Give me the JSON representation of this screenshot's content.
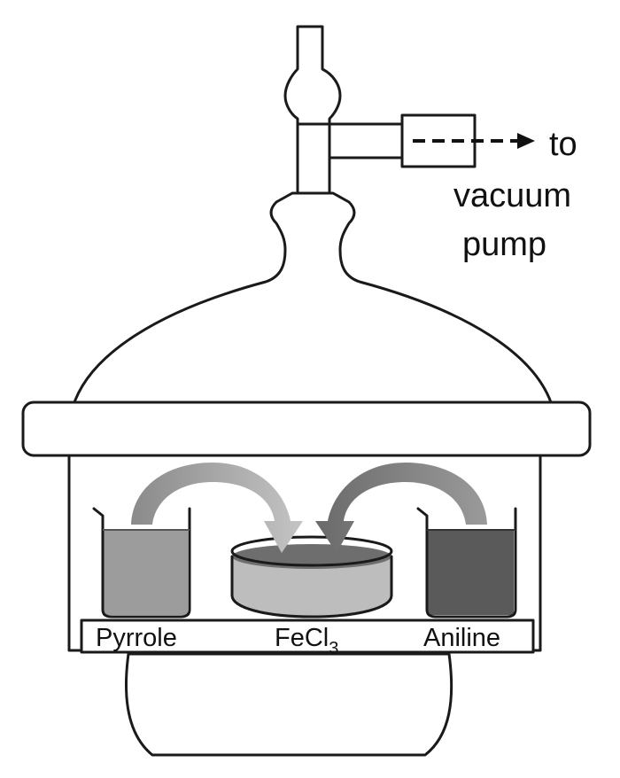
{
  "pump_label": {
    "line1": "to",
    "line2": "vacuum",
    "line3": "pump"
  },
  "samples": {
    "left": "Pyrrole",
    "center_main": "FeCl",
    "center_sub": "3",
    "right": "Aniline"
  },
  "colors": {
    "outline": "#1a1a1a",
    "pyrrole_liquid": "#9c9c9c",
    "aniline_liquid": "#5a5a5a",
    "fecl3_layer": "#bdbdbd",
    "fecl3_film": "#6e6e6e",
    "arrow_left": "#9a9a9a",
    "arrow_right": "#8a8a8a"
  }
}
